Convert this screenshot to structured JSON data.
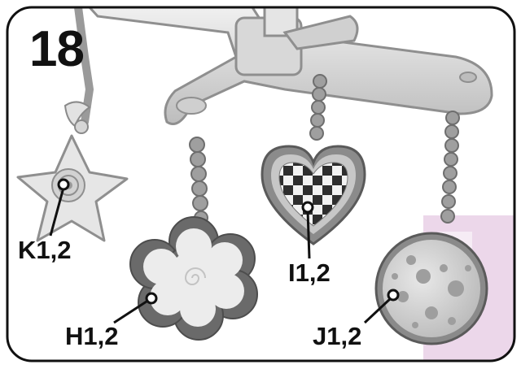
{
  "step": {
    "number": "18"
  },
  "callouts": [
    {
      "id": "k",
      "label": "K1,2",
      "part": "star-toy"
    },
    {
      "id": "h",
      "label": "H1,2",
      "part": "flower-toy"
    },
    {
      "id": "i",
      "label": "I1,2",
      "part": "heart-toy"
    },
    {
      "id": "j",
      "label": "J1,2",
      "part": "round-toy"
    }
  ],
  "colors": {
    "frame": "#111111",
    "toy_outline": "#6d6d6d",
    "toy_fill": "#d2d2d2",
    "mobile_arm": "#c9c9c9",
    "background_accent": "#d9b6d6"
  }
}
